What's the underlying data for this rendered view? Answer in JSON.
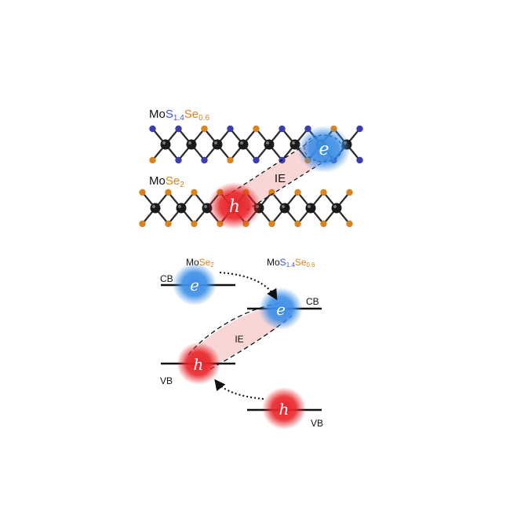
{
  "colors": {
    "mo_atom": "#1a1a1a",
    "s_atom": "#3a3fb0",
    "se_atom": "#d9841e",
    "electron": "#3d8fe8",
    "hole": "#e8262b",
    "exciton": "#f7cfcf",
    "sulfur_text": "#3d5ac8",
    "selenium_text": "#d9841e"
  },
  "top_layer": {
    "label": {
      "a": "Mo",
      "b": "S",
      "b_sub": "1.4",
      "c": "Se",
      "c_sub": "0.6"
    }
  },
  "bottom_layer": {
    "label": {
      "a": "Mo",
      "b": "Se",
      "b_sub": "2"
    }
  },
  "structure": {
    "exciton_label": "IE",
    "electron_symbol": "e",
    "hole_symbol": "h"
  },
  "band_diagram": {
    "left_material": {
      "a": "Mo",
      "b": "Se",
      "b_sub": "2"
    },
    "right_material": {
      "a": "Mo",
      "b": "S",
      "b_sub": "1.4",
      "c": "Se",
      "c_sub": "0.6"
    },
    "cb_left": "CB",
    "cb_right": "CB",
    "vb_left": "VB",
    "vb_right": "VB",
    "exciton_label": "IE",
    "electron_symbol": "e",
    "hole_symbol": "h"
  }
}
